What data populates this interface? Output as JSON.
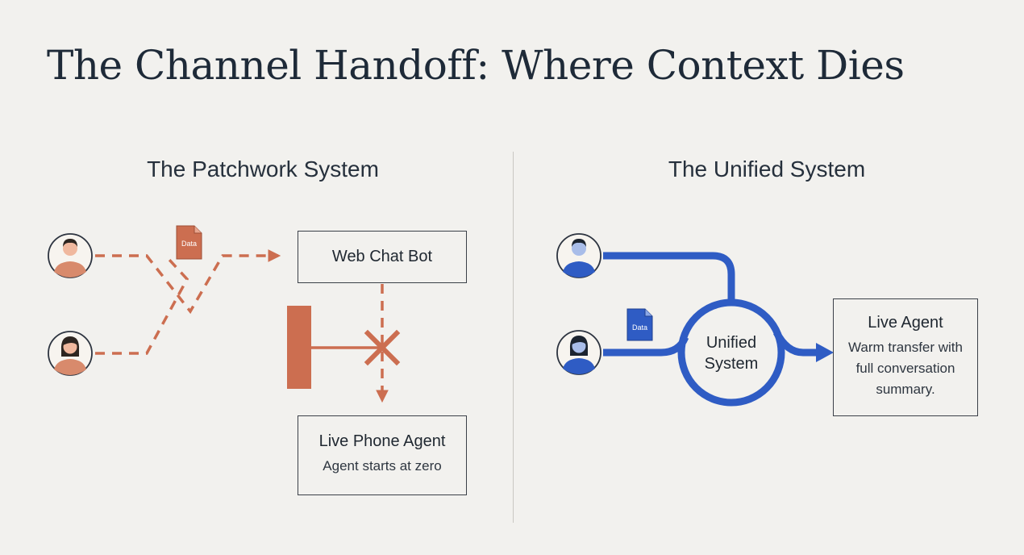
{
  "title": "The Channel Handoff: Where Context Dies",
  "left_panel": {
    "heading": "The Patchwork System",
    "doc_label": "Data",
    "web_chat_box": {
      "label": "Web Chat Bot"
    },
    "phone_agent_box": {
      "label": "Live Phone Agent",
      "sub": "Agent starts at zero"
    }
  },
  "right_panel": {
    "heading": "The Unified System",
    "doc_label": "Data",
    "hub": {
      "line1": "Unified",
      "line2": "System"
    },
    "live_agent_box": {
      "label": "Live Agent",
      "sub_lines": [
        "Warm transfer with",
        "full conversation",
        "summary."
      ]
    }
  },
  "colors": {
    "patchwork": "#cc6e50",
    "unified": "#2f5cc4",
    "text": "#1f2a38",
    "background": "#f2f1ee"
  }
}
